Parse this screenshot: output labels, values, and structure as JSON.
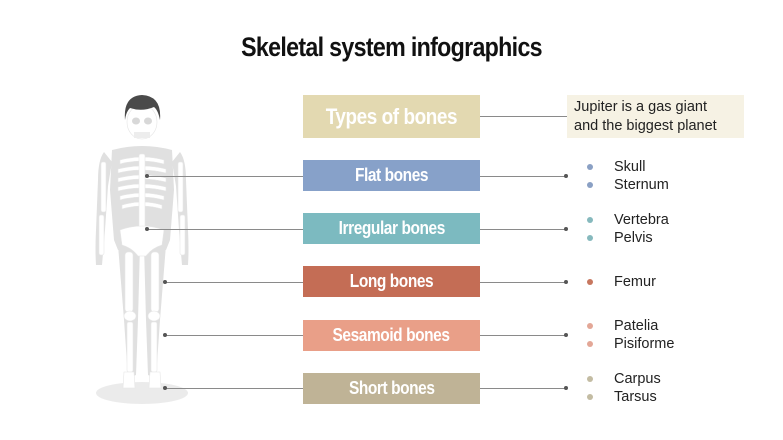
{
  "title": "Skeletal system infographics",
  "header": {
    "label": "Types of bones",
    "color": "#e3d9b1",
    "note": "Jupiter is a gas giant and the biggest planet",
    "note_line1": "Jupiter is a gas giant",
    "note_line2": "and the biggest planet",
    "note_bg": "#f6f2e4"
  },
  "categories": [
    {
      "label": "Flat bones",
      "color": "#87a1c9",
      "bullet_color": "#8aa0c4",
      "items": [
        "Skull",
        "Sternum"
      ]
    },
    {
      "label": "Irregular bones",
      "color": "#7cbac0",
      "bullet_color": "#86b9bd",
      "items": [
        "Vertebra",
        "Pelvis"
      ]
    },
    {
      "label": "Long bones",
      "color": "#c46d55",
      "bullet_color": "#c7775f",
      "items": [
        "Femur"
      ]
    },
    {
      "label": "Sesamoid bones",
      "color": "#e99f88",
      "bullet_color": "#e3a797",
      "items": [
        "Patelia",
        "Pisiforme"
      ]
    },
    {
      "label": "Short bones",
      "color": "#bfb396",
      "bullet_color": "#c3bca3",
      "items": [
        "Carpus",
        "Tarsus"
      ]
    }
  ],
  "figure": {
    "description": "skeleton-illustration",
    "hair_color": "#4a4a4a",
    "bone_color": "#dcdcdc"
  }
}
